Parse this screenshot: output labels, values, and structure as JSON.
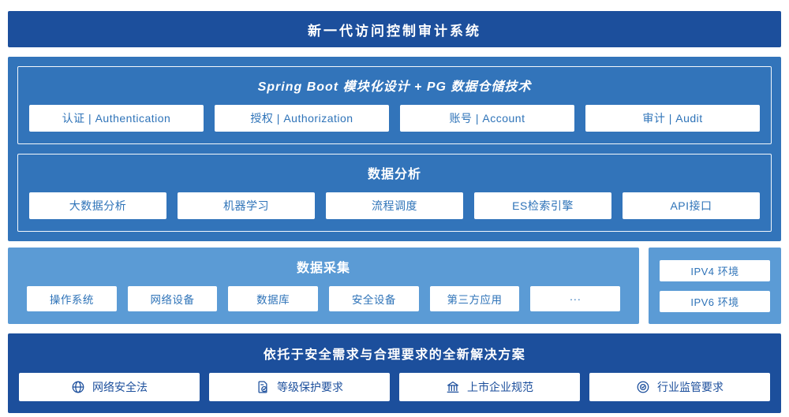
{
  "colors": {
    "navy": "#1c4f9c",
    "blue": "#3274ba",
    "light_blue": "#5b9bd5",
    "box_text_blue": "#2e73b8",
    "white": "#ffffff"
  },
  "header": {
    "title": "新一代访问控制审计系统"
  },
  "platform": {
    "springboot": {
      "title": "Spring Boot 模块化设计 + PG 数据仓储技术",
      "items": [
        "认证 | Authentication",
        "授权 | Authorization",
        "账号 | Account",
        "审计 | Audit"
      ]
    },
    "analysis": {
      "title": "数据分析",
      "items": [
        "大数据分析",
        "机器学习",
        "流程调度",
        "ES检索引擎",
        "API接口"
      ]
    }
  },
  "collection": {
    "title": "数据采集",
    "items": [
      "操作系统",
      "网络设备",
      "数据库",
      "安全设备",
      "第三方应用",
      "···"
    ]
  },
  "environment": {
    "items": [
      "IPV4 环境",
      "IPV6 环境"
    ]
  },
  "solution": {
    "title": "依托于安全需求与合理要求的全新解决方案",
    "items": [
      {
        "icon": "globe-icon",
        "label": "网络安全法"
      },
      {
        "icon": "document-check-icon",
        "label": "等级保护要求"
      },
      {
        "icon": "bank-icon",
        "label": "上市企业规范"
      },
      {
        "icon": "badge-check-icon",
        "label": "行业监管要求"
      }
    ]
  }
}
